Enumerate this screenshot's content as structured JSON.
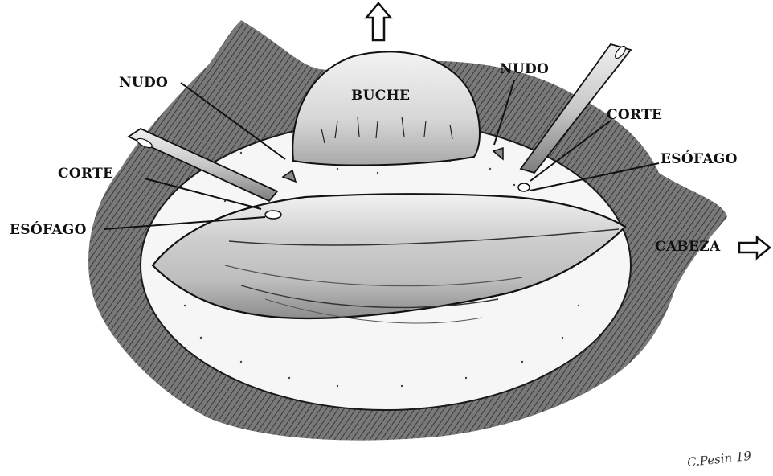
{
  "labels": {
    "nudo_left": "NUDO",
    "buche": "BUCHE",
    "nudo_right": "NUDO",
    "corte_right": "CORTE",
    "esofago_right": "ESÓFAGO",
    "corte_left": "CORTE",
    "esofago_left": "ESÓFAGO",
    "cabeza": "CABEZA"
  },
  "signature": "C.Pesin 19",
  "icons": {
    "top_arrow": "up-arrow-outline-icon",
    "cabeza_arrow": "right-arrow-outline-icon"
  },
  "colors": {
    "ink": "#111111",
    "fur": "#3a3a3a",
    "skin": "#f4f4f4",
    "organ": "#d9d9d9"
  }
}
